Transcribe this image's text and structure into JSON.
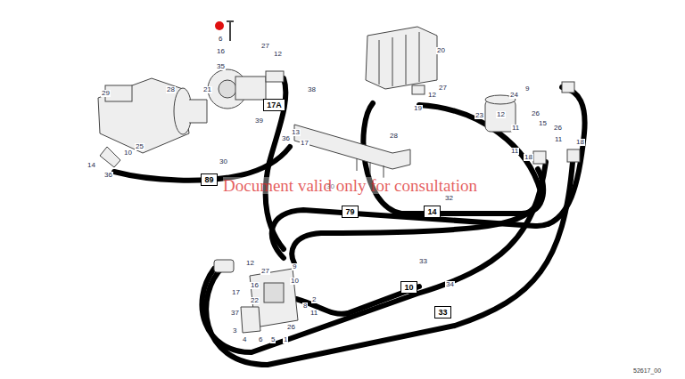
{
  "diagram": {
    "nodes": [
      {
        "text": [
          "17A"
        ]
      },
      {
        "text": [
          "89"
        ]
      },
      {
        "text": [
          "79"
        ]
      },
      {
        "text": [
          "14"
        ]
      },
      {
        "text": [
          "10"
        ]
      },
      {
        "text": [
          "33"
        ]
      }
    ],
    "labels": [
      "6",
      "16",
      "27",
      "12",
      "35",
      "21",
      "29",
      "28",
      "39",
      "38",
      "25",
      "10",
      "14",
      "36",
      "30",
      "36",
      "13",
      "17",
      "20",
      "27",
      "12",
      "19",
      "28",
      "9",
      "24",
      "23",
      "12",
      "26",
      "15",
      "26",
      "11",
      "11",
      "18",
      "11",
      "18",
      "30",
      "32",
      "33",
      "34",
      "12",
      "27",
      "9",
      "10",
      "16",
      "17",
      "22",
      "2",
      "8",
      "11",
      "37",
      "3",
      "26",
      "4",
      "6",
      "5",
      "1",
      "Document valid only for consultation",
      "52617_00"
    ]
  }
}
